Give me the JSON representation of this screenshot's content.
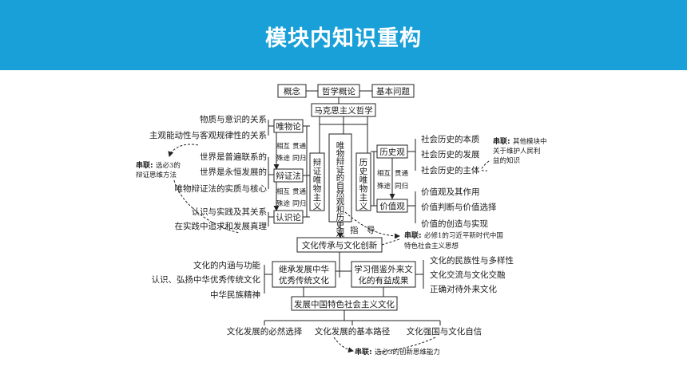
{
  "header": {
    "title": "模块内知识重构"
  },
  "top": {
    "concept": "概念",
    "philosophy": "哲学概论",
    "basic_question": "基本问题",
    "marxism": "马克思主义哲学"
  },
  "left": {
    "materialism": "唯物论",
    "dialectics": "辩证法",
    "epistemology": "认识论",
    "mat_items": [
      "物质与意识的关系",
      "主观能动性与客观规律性的关系"
    ],
    "dia_items": [
      "世界是普遍联系的",
      "世界是永恒发展的",
      "唯物辩证法的实质与核心"
    ],
    "epi_items": [
      "认识与实践及其关系",
      "在实践中追求和发展真理"
    ],
    "rel1": [
      "相互",
      "贯通",
      "殊途",
      "同归"
    ],
    "rel2": [
      "相互",
      "贯通",
      "殊途",
      "同归"
    ],
    "col_dialectical": "辩证唯物主义",
    "note_label": "串联:",
    "note_text": [
      "选必3的",
      "辩证思维方法"
    ]
  },
  "center": {
    "col_text": "唯物辩证的自然观和历史观",
    "guide": "指　导"
  },
  "right": {
    "col_historical": "历史唯物主义",
    "history_view": "历史观",
    "value_view": "价值观",
    "hist_items": [
      "社会历史的本质",
      "社会历史的发展",
      "社会历史的主体"
    ],
    "val_items": [
      "价值观及其作用",
      "价值判断与价值选择",
      "价值的创造与实现"
    ],
    "rel": [
      "相互",
      "贯通",
      "殊途",
      "同归"
    ],
    "note_label": "串联:",
    "note_text": [
      "其他模块中",
      "关于维护人民利",
      "益的知识"
    ]
  },
  "culture": {
    "main": "文化传承与文化创新",
    "note_label": "串联:",
    "note_text": [
      "必修1的习近平新时代中国",
      "特色社会主义思想"
    ],
    "inherit": [
      "继承发展中华",
      "优秀传统文化"
    ],
    "inherit_items": [
      "文化的内涵与功能",
      "认识、弘扬中华优秀传统文化",
      "中华民族精神"
    ],
    "learn": [
      "学习借鉴外来文",
      "化的有益成果"
    ],
    "learn_items": [
      "文化的民族性与多样性",
      "文化交流与文化交融",
      "正确对待外来文化"
    ],
    "develop": "发展中国特色社会主义文化",
    "develop_items": [
      "文化发展的必然选择",
      "文化发展的基本路径",
      "文化强国与文化自信"
    ],
    "bottom_note_label": "串联:",
    "bottom_note_text": "选必3的创新思维能力"
  }
}
